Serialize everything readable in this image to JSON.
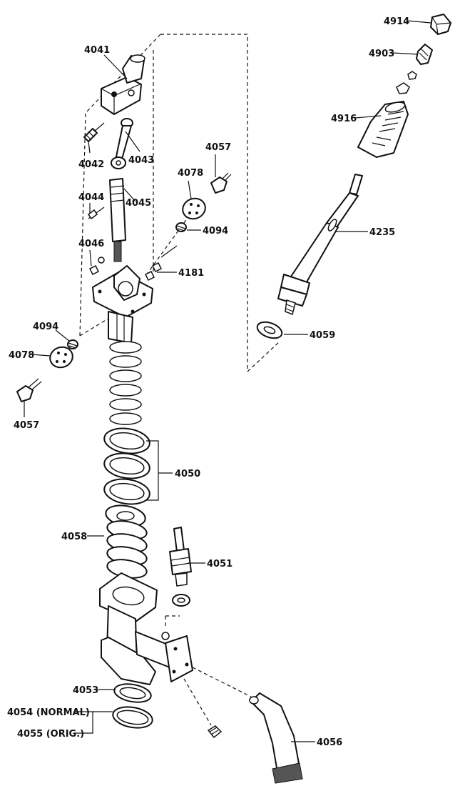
{
  "title": "",
  "labels": {
    "p4914": "4914",
    "p4903": "4903",
    "p4916": "4916",
    "p4235": "4235",
    "p4059": "4059",
    "p4041": "4041",
    "p4043": "4043",
    "p4042": "4042",
    "p4057_top": "4057",
    "p4078_top": "4078",
    "p4045": "4045",
    "p4044": "4044",
    "p4094_top": "4094",
    "p4046": "4046",
    "p4181": "4181",
    "p4094_left": "4094",
    "p4078_left": "4078",
    "p4057_left": "4057",
    "p4050": "4050",
    "p4058": "4058",
    "p4051": "4051",
    "p4053": "4053",
    "p4054": "4054 (NORMAL)",
    "p4055": "4055 (ORIG.)",
    "p4056": "4056"
  }
}
